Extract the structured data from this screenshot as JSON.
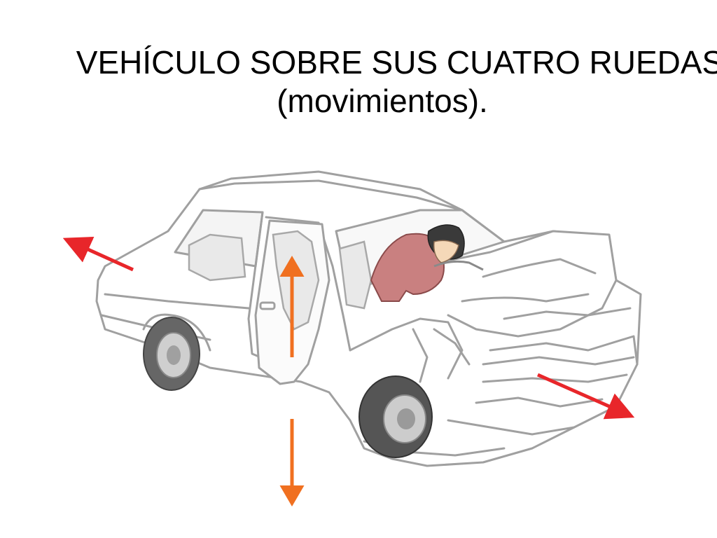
{
  "slide": {
    "title_line1": "VEHÍCULO SOBRE SUS CUATRO RUEDAS",
    "title_line2": "(movimientos)."
  },
  "icons": {
    "vehicle": "crashed-car-illustration",
    "arrow_rear": "arrow-up-left-icon",
    "arrow_front": "arrow-down-right-icon",
    "arrow_up": "arrow-up-icon",
    "arrow_down": "arrow-down-icon"
  },
  "colors": {
    "red_arrow": "#e8262a",
    "orange_arrow": "#f07020",
    "car_outline": "#9a9a9a",
    "seat_fill": "#e6e6e6",
    "person_shirt": "#c98080",
    "tire": "#555555",
    "background": "#ffffff"
  }
}
